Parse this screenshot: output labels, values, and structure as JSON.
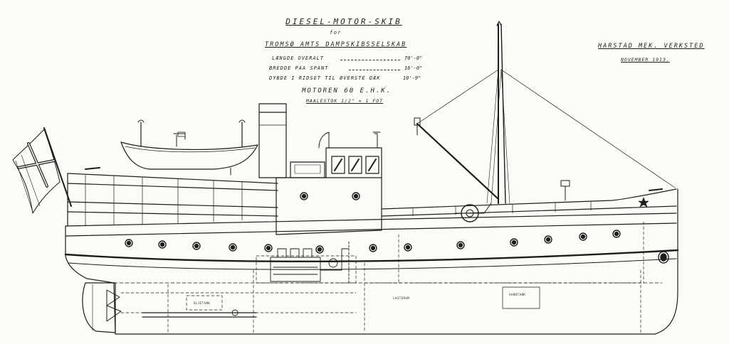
{
  "drawing": {
    "title": "DIESEL-MOTOR-SKIB",
    "for_word": "for",
    "owner": "TROMSØ AMTS DAMPSKIBSSELSKAB",
    "dimensions": [
      {
        "label": "LÆNGDE OVERALT",
        "value": "70'-0\""
      },
      {
        "label": "BREDDE PAA SPANT",
        "value": "16'-0\""
      },
      {
        "label": "DYBDE I RIDSET TIL ØVERSTE DÆK",
        "value": "10'-9\""
      }
    ],
    "motor": "MOTOREN 60 E.H.K.",
    "scale": "MAALESTOK 1/2\" = 1 FOT",
    "shipyard": "HARSTAD MEK. VERKSTED",
    "date": "NOVEMBER 1913.",
    "compartments": {
      "cargo": "LASTERUM",
      "water_tank": "VANDTANK",
      "oil_tank": "OLJETANK"
    }
  },
  "colors": {
    "ink": "#1d1d1d",
    "paper": "#fbfbf8"
  }
}
